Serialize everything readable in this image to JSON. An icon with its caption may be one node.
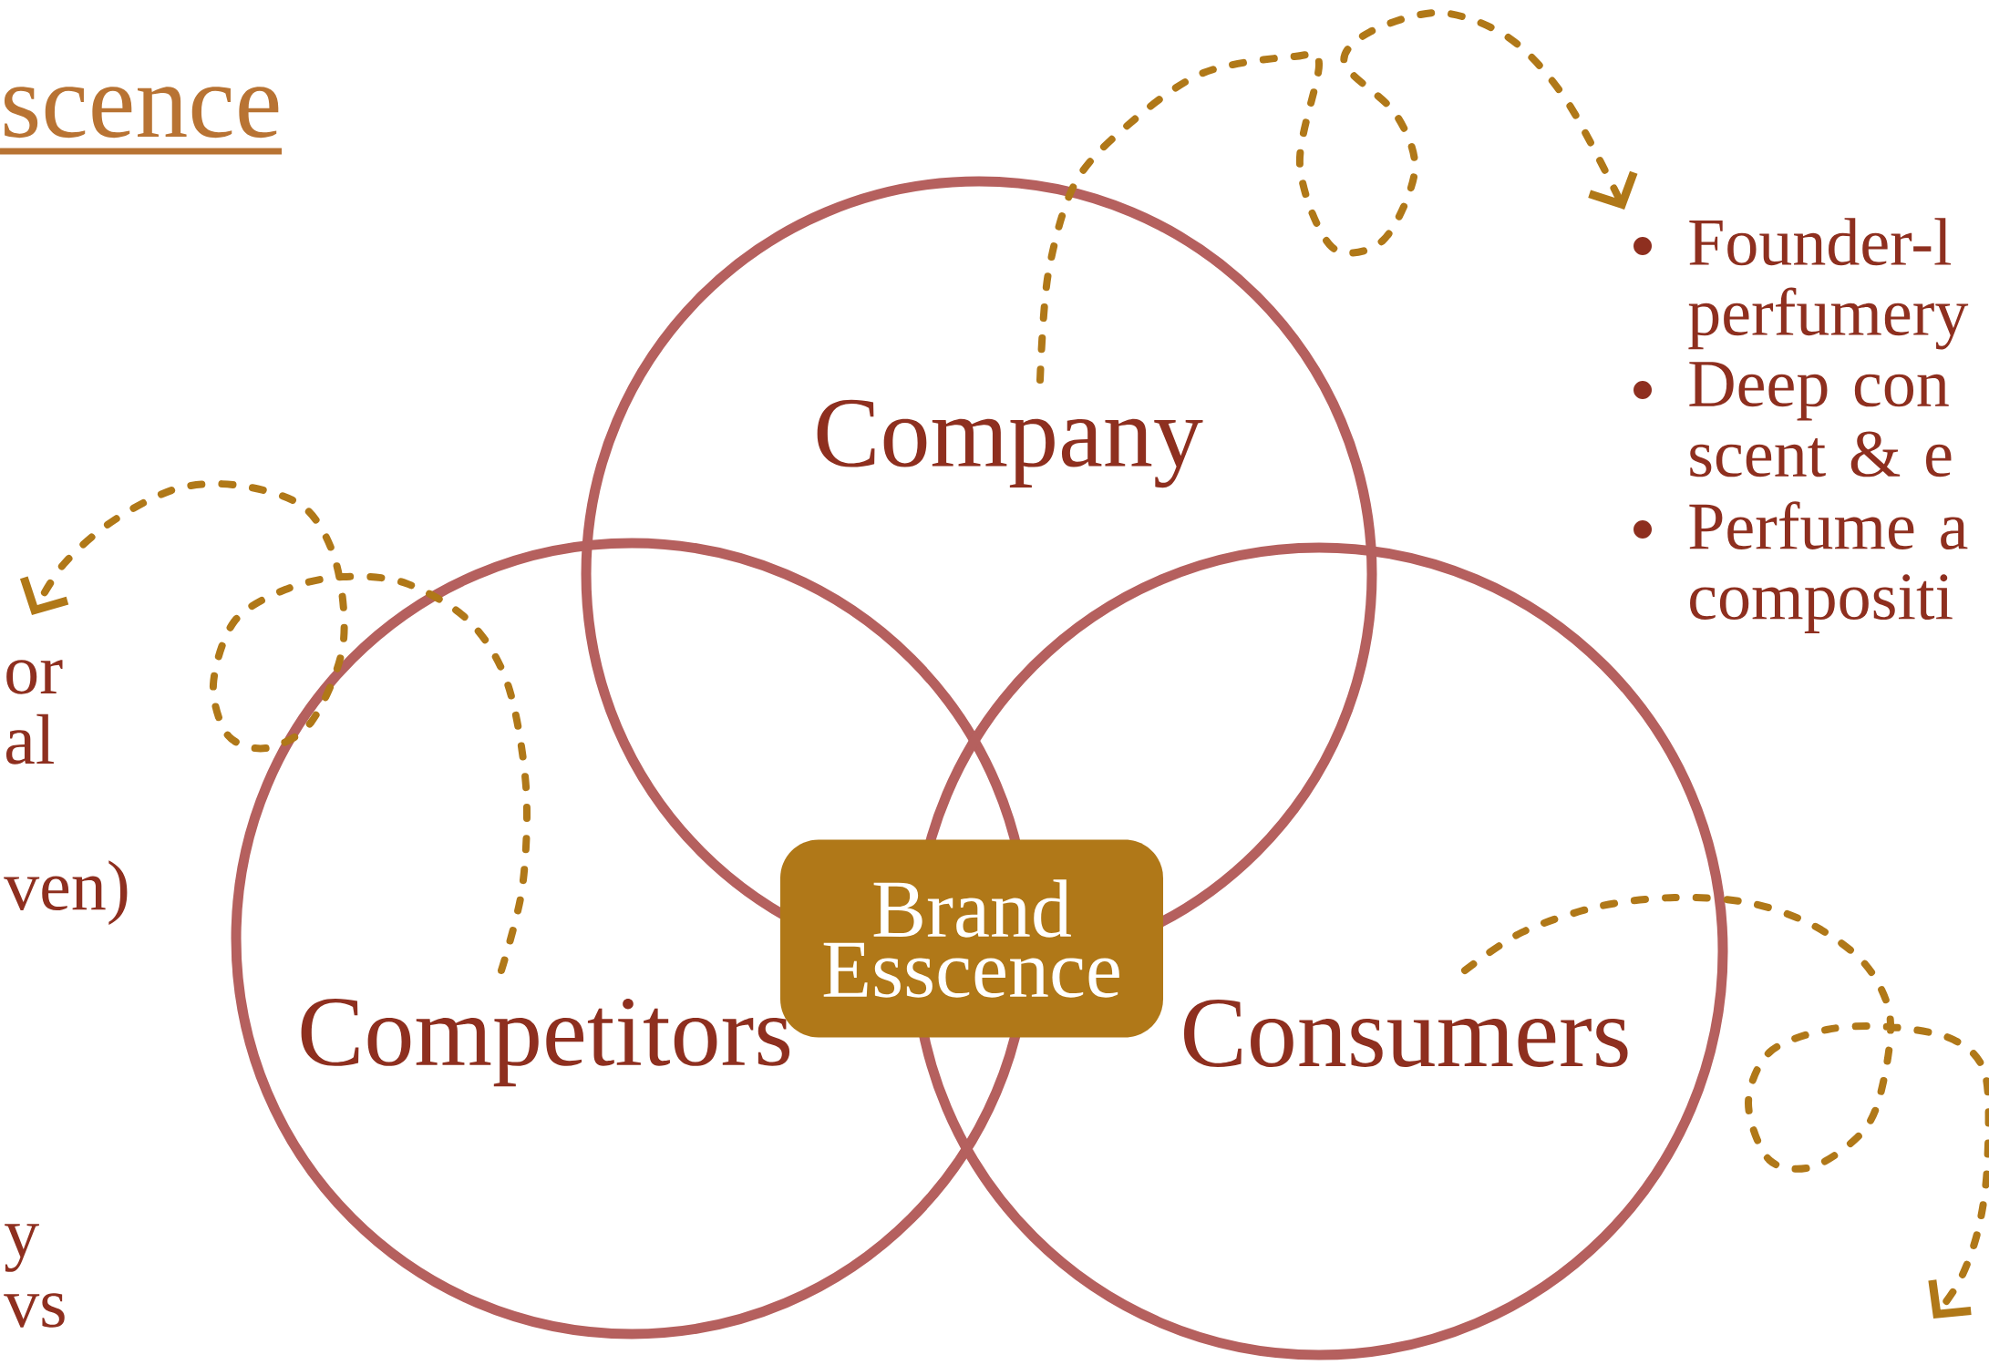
{
  "diagram": {
    "title": "scence",
    "nodes": [
      {
        "text": [
          "Company"
        ]
      },
      {
        "text": [
          "Competitors"
        ]
      },
      {
        "text": [
          "Consumers"
        ]
      },
      {
        "text": [
          "Brand Esscence"
        ]
      },
      {
        "text": [
          "Founder-l perfumery",
          "Deep con scent & e",
          "Perfume a compositi"
        ]
      },
      {
        "text": [
          "or al",
          "ven)",
          "y vs"
        ]
      }
    ],
    "edges": [
      {
        "from": 0,
        "to": 4,
        "arrow": "to"
      },
      {
        "from": 1,
        "to": 5,
        "arrow": "to"
      },
      {
        "from": 2,
        "to": null,
        "arrow": "to"
      }
    ]
  }
}
